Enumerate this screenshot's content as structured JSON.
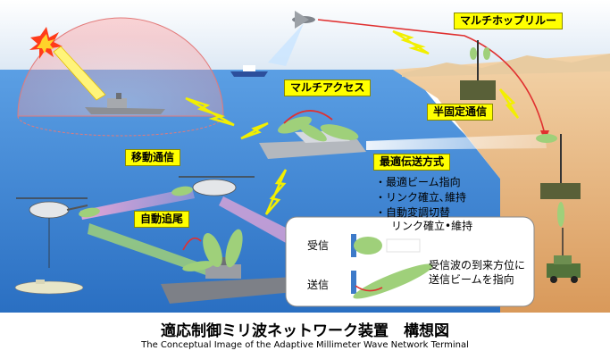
{
  "labels": {
    "multi_hop_relay": "マルチホップリルー",
    "multi_access": "マルチアクセス",
    "semi_fixed": "半固定通信",
    "mobile": "移動通信",
    "optimal_method": "最適伝送方式",
    "auto_tracking": "自動追尾"
  },
  "optimal_items": [
    "・最適ビーム指向",
    "・リンク確立､維持",
    "・自動変調切替"
  ],
  "inset": {
    "link": "リンク確立•維持",
    "receive": "受信",
    "transmit": "送信",
    "note_line1": "受信波の到来方位に",
    "note_line2": "送信ビームを指向"
  },
  "title_jp": "適応制御ミリ波ネットワーク装置　構想図",
  "title_en": "The Conceptual Image of the Adaptive Millimeter Wave Network Terminal",
  "colors": {
    "sea": "#3f86d6",
    "sky": "#e6eef8",
    "desert": "#e9bd85",
    "beam": "#9fd07a",
    "label_bg": "#ffff00",
    "arrow": "#e03030"
  }
}
